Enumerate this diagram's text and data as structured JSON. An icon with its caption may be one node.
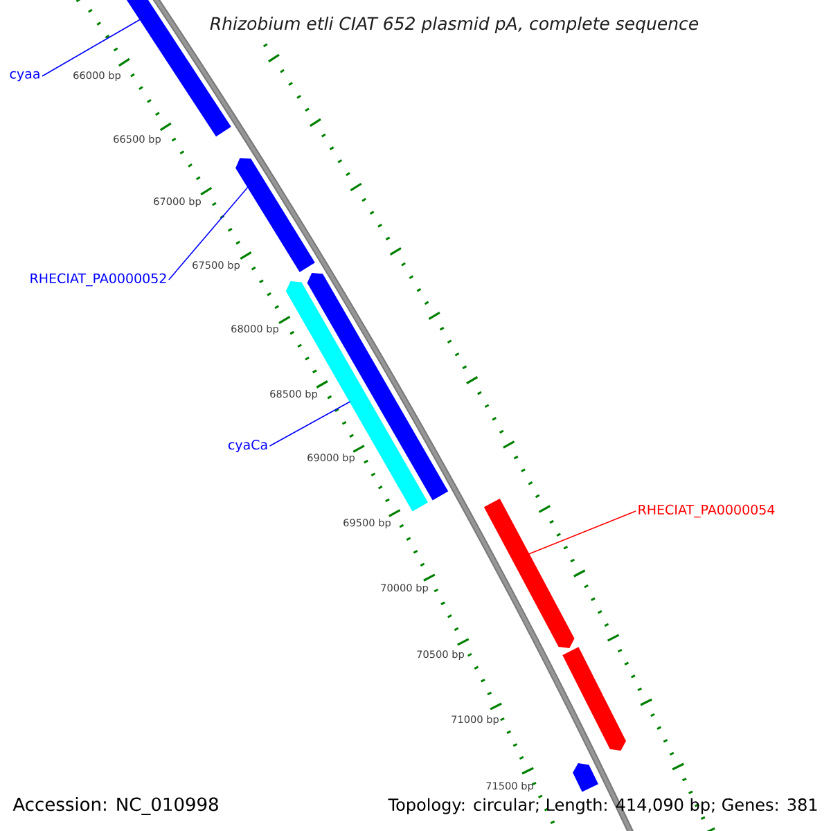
{
  "diagram": {
    "title": "Rhizobium etli CIAT 652 plasmid pA, complete sequence",
    "nodes": [
      {
        "text": [],
        "shape": "bar"
      },
      {
        "text": [
          "cyaa"
        ]
      },
      {
        "text": [],
        "shape": "bar"
      },
      {
        "text": [
          "RHECIAT_PA0000052"
        ]
      },
      {
        "text": [],
        "shape": "bar"
      },
      {
        "text": [],
        "shape": "bar"
      },
      {
        "text": [
          "cyaCa"
        ]
      },
      {
        "text": [],
        "shape": "bar"
      },
      {
        "text": [
          "RHECIAT_PA0000054"
        ]
      },
      {
        "text": [],
        "shape": "bar"
      },
      {
        "text": [],
        "shape": "bar"
      }
    ],
    "edges": [
      {
        "from": 1,
        "to": 0,
        "arrow": "none"
      },
      {
        "from": 3,
        "to": 2,
        "arrow": "none"
      },
      {
        "from": 6,
        "to": 5,
        "arrow": "none"
      },
      {
        "from": 8,
        "to": 7,
        "arrow": "none",
        "color": "#ff0000"
      }
    ],
    "labels": [
      "66000 bp",
      "66500 bp",
      "67000 bp",
      "67500 bp",
      "68000 bp",
      "68500 bp",
      "69000 bp",
      "69500 bp",
      "70000 bp",
      "70500 bp",
      "71000 bp",
      "71500 bp",
      "Accession: NC_010998",
      "Topology: circular; Length: 414,090 bp; Genes: 381"
    ]
  }
}
